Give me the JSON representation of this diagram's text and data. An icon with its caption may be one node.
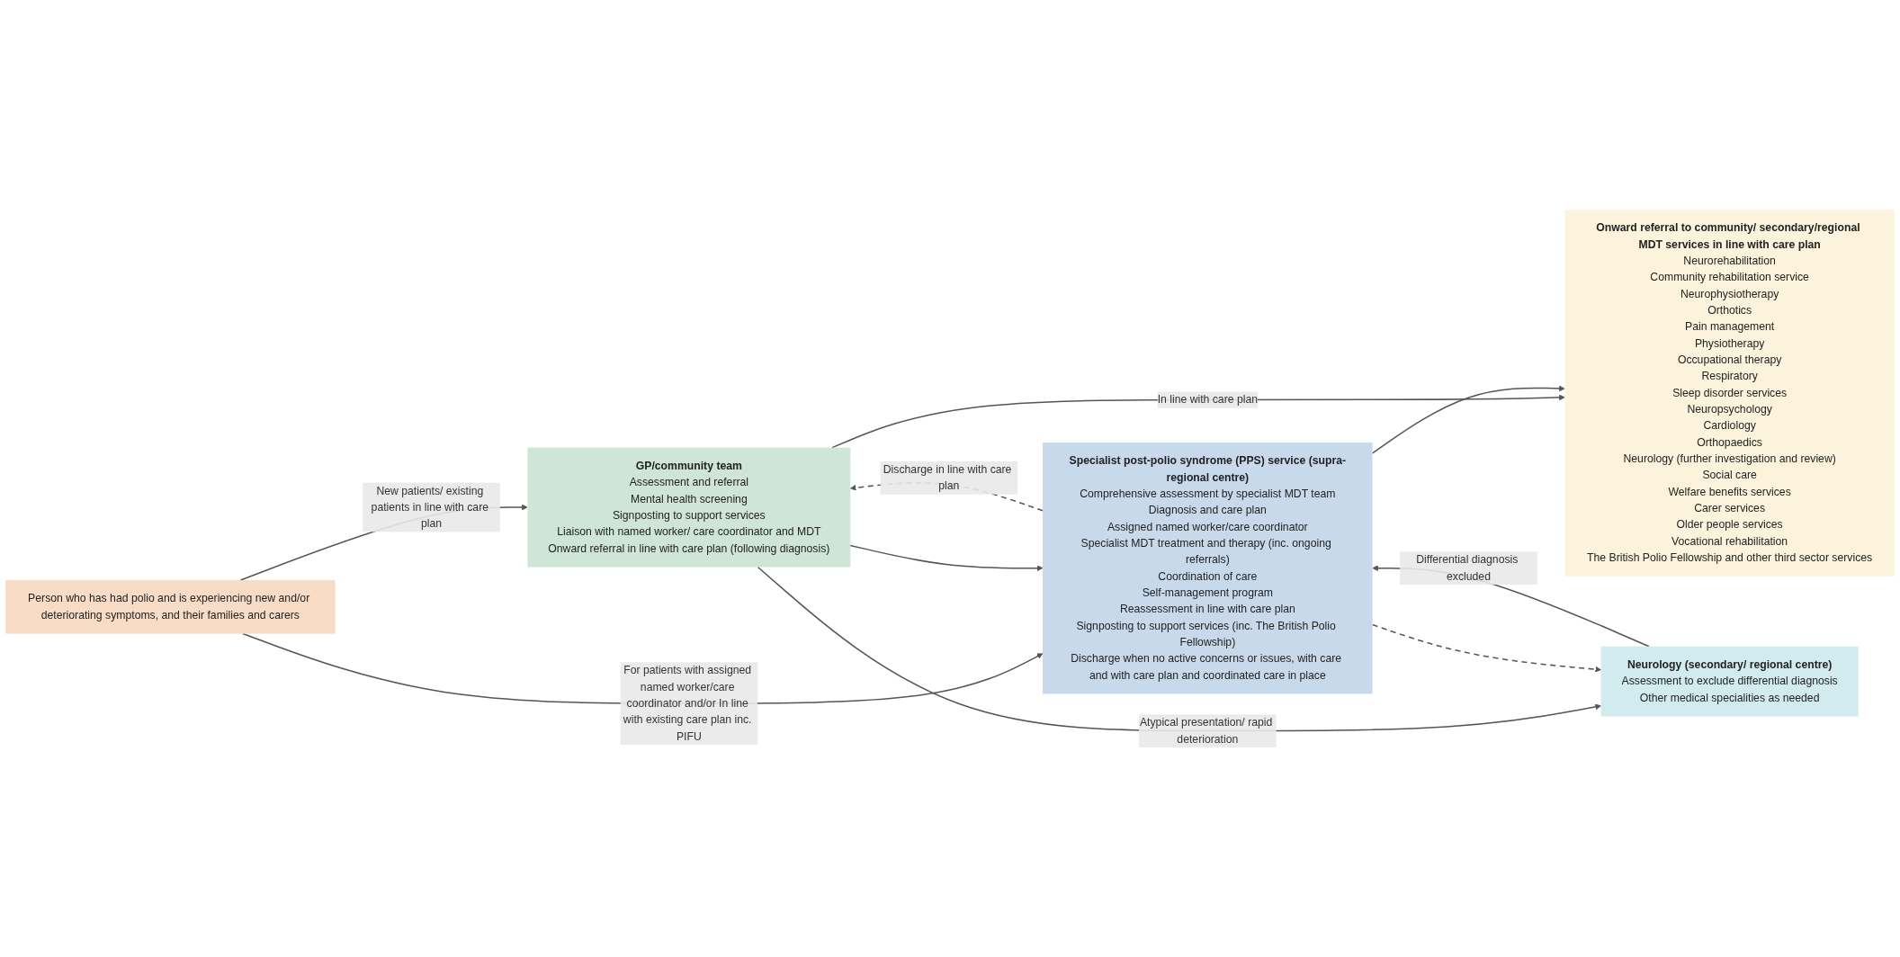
{
  "diagram": {
    "nodes": [
      {
        "text": [
          "Person who has had polio and is experiencing new and/or deteriorating symptoms, and their families and carers"
        ]
      },
      {
        "text": [
          "GP/community team",
          "Assessment and referral",
          "Mental health screening",
          "Signposting to support services",
          "Liaison with named worker/ care coordinator and MDT",
          "Onward referral in line with care plan (following diagnosis)"
        ]
      },
      {
        "text": [
          "Neurology (secondary/ regional centre)",
          "Assessment to exclude differential diagnosis",
          "Other medical specialities as needed"
        ]
      },
      {
        "text": [
          "Specialist post-polio syndrome (PPS) service (supra-regional centre)",
          "Comprehensive assessment by specialist MDT team",
          "Diagnosis and care plan",
          "Assigned named worker/care coordinator",
          "Specialist MDT treatment and therapy (inc. ongoing referrals)",
          "Coordination of care",
          "Self-management program",
          "Reassessment in line with care plan",
          "Signposting to support services (inc. The British Polio Fellowship)",
          "Discharge when no active concerns or issues, with care and with care plan and coordinated care in place"
        ]
      },
      {
        "text": [
          "Onward referral to community/ secondary/regional MDT services in line with care plan",
          "Neurorehabilitation",
          "Community rehabilitation service",
          "Neurophysiotherapy",
          "Orthotics",
          "Pain management",
          "Physiotherapy",
          "Occupational therapy",
          "Respiratory",
          "Sleep disorder services",
          "Neuropsychology",
          "Cardiology",
          "Orthopaedics",
          "Neurology (further investigation and review)",
          "Social care",
          "Welfare benefits services",
          "Carer services",
          "Older people services",
          "Vocational rehabilitation",
          "The British Polio Fellowship and other third sector services"
        ]
      }
    ],
    "edges": [
      {
        "from": 0,
        "to": 1,
        "arrow": "to",
        "label": "New patients/ existing patients in line with care plan"
      },
      {
        "from": 0,
        "to": 3,
        "arrow": "to",
        "label": "For patients with assigned named worker/care coordinator and/or In line with existing care plan inc. PIFU"
      },
      {
        "from": 1,
        "to": 4,
        "arrow": "to",
        "label": "In line with care plan"
      },
      {
        "from": 3,
        "to": 1,
        "arrow": "to",
        "style": "dashed",
        "label": "Discharge in line with care plan"
      },
      {
        "from": 1,
        "to": 3,
        "arrow": "to"
      },
      {
        "from": 1,
        "to": 2,
        "arrow": "to",
        "label": "Atypical presentation/ rapid deterioration"
      },
      {
        "from": 3,
        "to": 2,
        "arrow": "to",
        "style": "dashed"
      },
      {
        "from": 2,
        "to": 3,
        "arrow": "to",
        "label": "Differential diagnosis excluded"
      },
      {
        "from": 3,
        "to": 4,
        "arrow": "to"
      }
    ]
  }
}
